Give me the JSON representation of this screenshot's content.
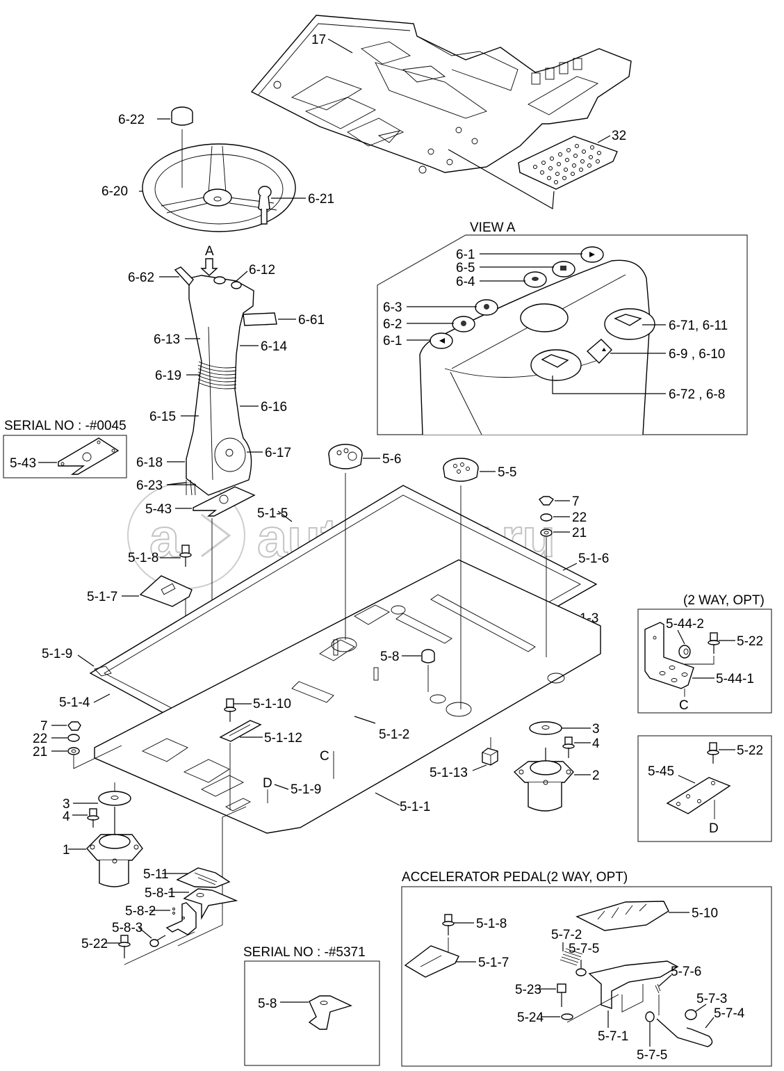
{
  "watermark": {
    "text": "autopiter.ru",
    "logo": "a"
  },
  "sections": {
    "view_a": "VIEW A",
    "serial_0045": "SERIAL NO : -#0045",
    "two_way_opt": "(2 WAY, OPT)",
    "accelerator_pedal": "ACCELERATOR PEDAL(2 WAY, OPT)",
    "serial_5371": "SERIAL NO : -#5371"
  },
  "labels": {
    "p17": "17",
    "p32": "32",
    "p6_22": "6-22",
    "p6_20": "6-20",
    "p6_21": "6-21",
    "arrow_a": "A",
    "p6_62": "6-62",
    "p6_12": "6-12",
    "p6_61": "6-61",
    "p6_13": "6-13",
    "p6_14": "6-14",
    "p6_19": "6-19",
    "p6_15": "6-15",
    "p6_16": "6-16",
    "p6_18": "6-18",
    "p6_17": "6-17",
    "p6_23": "6-23",
    "p5_43_inset": "5-43",
    "p5_43": "5-43",
    "p5_1_5": "5-1-5",
    "p5_1_8": "5-1-8",
    "p5_1_7": "5-1-7",
    "p5_6": "5-6",
    "p5_5": "5-5",
    "p7_right": "7",
    "p22_right": "22",
    "p21_right": "21",
    "p5_1_6": "5-1-6",
    "p5_1_3": "5-1-3",
    "p5_1_9_top": "5-1-9",
    "p5_1_4": "5-1-4",
    "p5_8": "5-8",
    "p5_1_10": "5-1-10",
    "p5_1_12": "5-1-12",
    "p7_left": "7",
    "p22_left": "22",
    "p21_left": "21",
    "p5_1_2": "5-1-2",
    "c_mark": "C",
    "p5_1_13": "5-1-13",
    "p5_1_9_bottom": "5-1-9",
    "d_mark": "D",
    "p5_1_1": "5-1-1",
    "p3_right": "3",
    "p4_right": "4",
    "p2": "2",
    "p3_left": "3",
    "p4_left": "4",
    "p1": "1",
    "p5_11": "5-11",
    "p5_8_1": "5-8-1",
    "p5_8_2": "5-8-2",
    "p5_8_3": "5-8-3",
    "p5_22_main": "5-22"
  },
  "view_a_labels": {
    "v6_1_top": "6-1",
    "v6_5": "6-5",
    "v6_4": "6-4",
    "v6_3": "6-3",
    "v6_2": "6-2",
    "v6_1_bottom": "6-1",
    "v6_71_6_11": "6-71, 6-11",
    "v6_9_6_10": "6-9 , 6-10",
    "v6_72_6_8": "6-72 , 6-8"
  },
  "two_way_labels": {
    "p5_44_2": "5-44-2",
    "p5_22_c": "5-22",
    "p5_44_1": "5-44-1",
    "c": "C",
    "p5_22_d": "5-22",
    "p5_45": "5-45",
    "d": "D"
  },
  "pedal_labels": {
    "p5_1_8": "5-1-8",
    "p5_1_7": "5-1-7",
    "p5_10": "5-10",
    "p5_7_2": "5-7-2",
    "p5_7_5_top": "5-7-5",
    "p5_7_6": "5-7-6",
    "p5_23": "5-23",
    "p5_7_3": "5-7-3",
    "p5_7_4": "5-7-4",
    "p5_24": "5-24",
    "p5_7_1": "5-7-1",
    "p5_7_5_bottom": "5-7-5"
  },
  "serial_5371_labels": {
    "p5_8": "5-8"
  }
}
